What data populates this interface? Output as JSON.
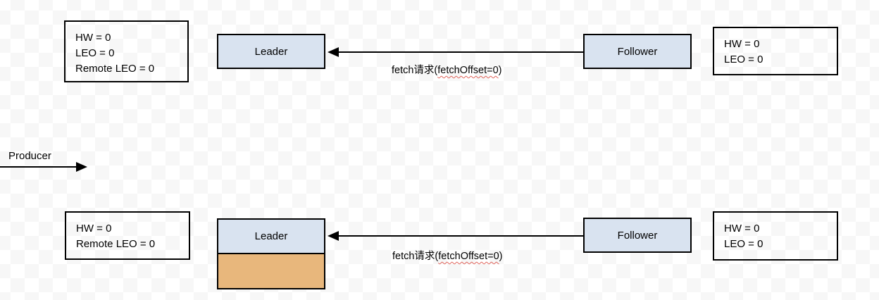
{
  "diagram": {
    "colors": {
      "node_fill_blue": "#d9e3f0",
      "node_fill_orange": "#e8b77c",
      "node_border": "#000000",
      "arrow": "#000000",
      "squiggle_red": "#e0635a",
      "checker_light": "#ffffff",
      "checker_dark": "#f7f7f7"
    },
    "producer": {
      "label": "Producer"
    },
    "top_row": {
      "leader_state_box": {
        "lines": [
          "HW = 0",
          "LEO = 0",
          "Remote LEO = 0"
        ]
      },
      "leader_box": {
        "label": "Leader"
      },
      "fetch_request_label": {
        "prefix": "fetch请求(",
        "misspelled": "fetchOffset=0",
        "suffix": ")"
      },
      "follower_box": {
        "label": "Follower"
      },
      "follower_state_box": {
        "lines": [
          "HW = 0",
          "LEO = 0"
        ]
      }
    },
    "bottom_row": {
      "leader_state_box": {
        "lines": [
          "HW = 0",
          "Remote LEO = 0"
        ]
      },
      "leader_box": {
        "label": "Leader"
      },
      "fetch_request_label": {
        "prefix": "fetch请求(",
        "misspelled": "fetchOffset=0",
        "suffix": ")"
      },
      "follower_box": {
        "label": "Follower"
      },
      "follower_state_box": {
        "lines": [
          "HW = 0",
          "LEO = 0"
        ]
      }
    }
  }
}
